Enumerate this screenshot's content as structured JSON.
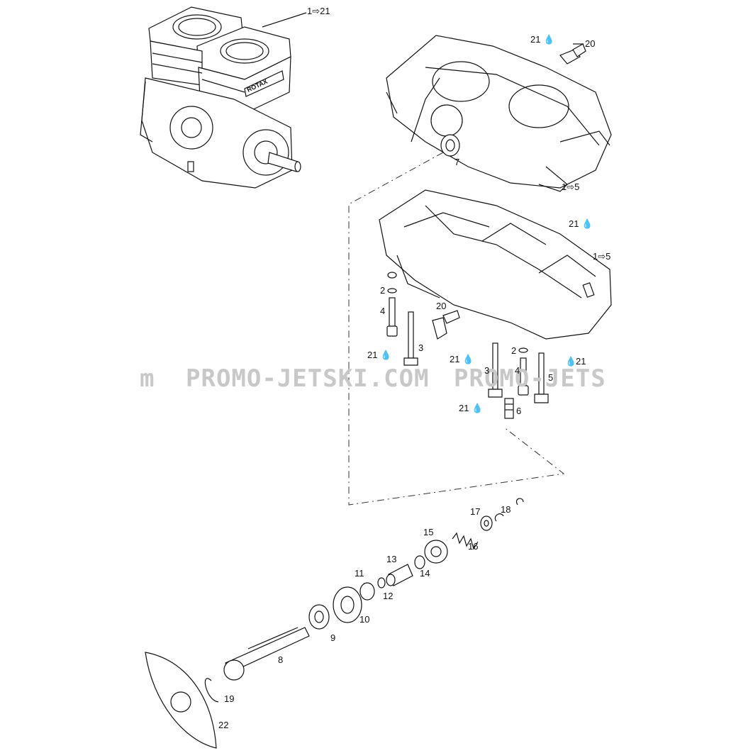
{
  "watermark": {
    "left": "m",
    "center": "PROMO-JETSKI.COM",
    "right": "PROMO-JETS"
  },
  "callouts": {
    "ref_1_21": "1⇨21",
    "ref_1_5_top": "1⇨5",
    "ref_1_5_mid": "1⇨5",
    "c20_top": "20",
    "c21_top": "21",
    "c7": "7",
    "c21_mid": "21",
    "c2_left": "2",
    "c4_left": "4",
    "c20_mid": "20",
    "c21_left": "21",
    "c3_left": "3",
    "c21_center": "21",
    "c3_center": "3",
    "c2_right": "2",
    "c4_right": "4",
    "c21_right": "21",
    "c5": "5",
    "c21_bottom": "21",
    "c6": "6",
    "c17": "17",
    "c18": "18",
    "c15": "15",
    "c16": "16",
    "c13": "13",
    "c14": "14",
    "c11": "11",
    "c12": "12",
    "c10": "10",
    "c9": "9",
    "c8": "8",
    "c19": "19",
    "c22": "22"
  },
  "engine_brand": "ROTAX"
}
